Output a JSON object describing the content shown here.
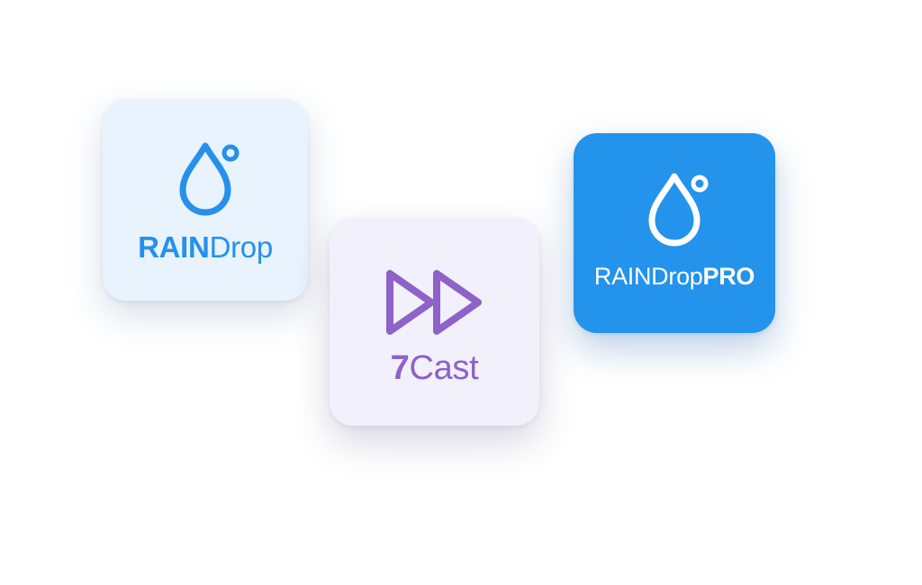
{
  "apps": [
    {
      "label_bold": "RAIN",
      "label_regular": "Drop",
      "icon": "raindrop-icon",
      "background": "#e8f3fd",
      "accent": "#2790ea"
    },
    {
      "label_bold": "7",
      "label_regular": "Cast",
      "icon": "fast-forward-icon",
      "background": "#f2f0fa",
      "accent": "#8d62c9"
    },
    {
      "label_regular": "RAINDrop",
      "label_bold": "PRO",
      "icon": "raindrop-icon",
      "background": "#2393ec",
      "accent": "#ffffff"
    }
  ]
}
